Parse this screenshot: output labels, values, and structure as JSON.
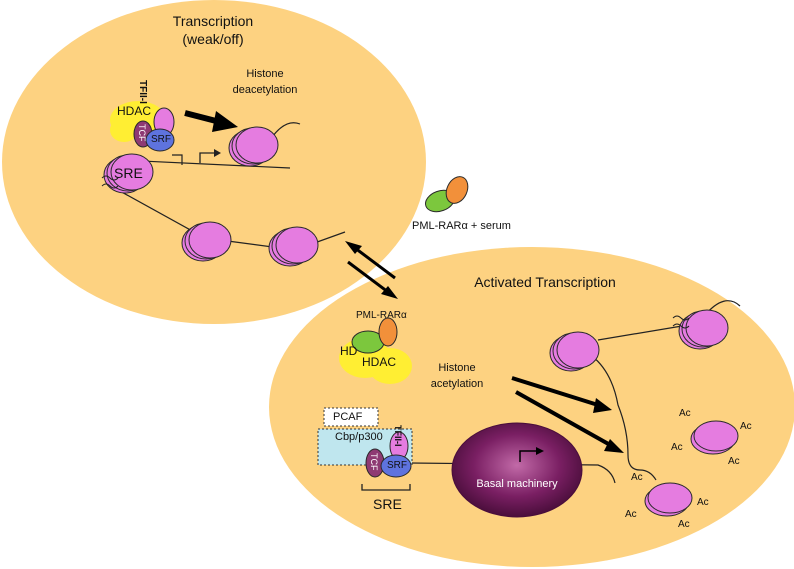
{
  "top_cell": {
    "title_line1": "Transcription",
    "title_line2": "(weak/off)",
    "histone_line1": "Histone",
    "histone_line2": "deacetylation",
    "hdac": "HDAC",
    "tfii": "TFII-I",
    "tcf": "TCF",
    "srf": "SRF",
    "sre": "SRE"
  },
  "middle": {
    "signal_label": "PML-RARα + serum"
  },
  "bottom_cell": {
    "title": "Activated Transcription",
    "pml_label": "PML-RARα",
    "hd": "HD",
    "hdac": "HDAC",
    "histone_line1": "Histone",
    "histone_line2": "acetylation",
    "pcaf": "PCAF",
    "cbp": "Cbp/p300",
    "tfii": "TFII-I",
    "tcf": "TCF",
    "srf": "SRF",
    "sre": "SRE",
    "basal": "Basal machinery",
    "ac": "Ac"
  },
  "colors": {
    "cell": "#fdd281",
    "histone": "#e57ce0",
    "hdac_yellow": "#ffee33",
    "srf_blue": "#5e73de",
    "tcf_purple": "#8e3a73",
    "pml_green": "#7cc73d",
    "pml_orange": "#f2903a",
    "basal": "#7a1f63",
    "cbp_box": "#bfe6ee"
  }
}
